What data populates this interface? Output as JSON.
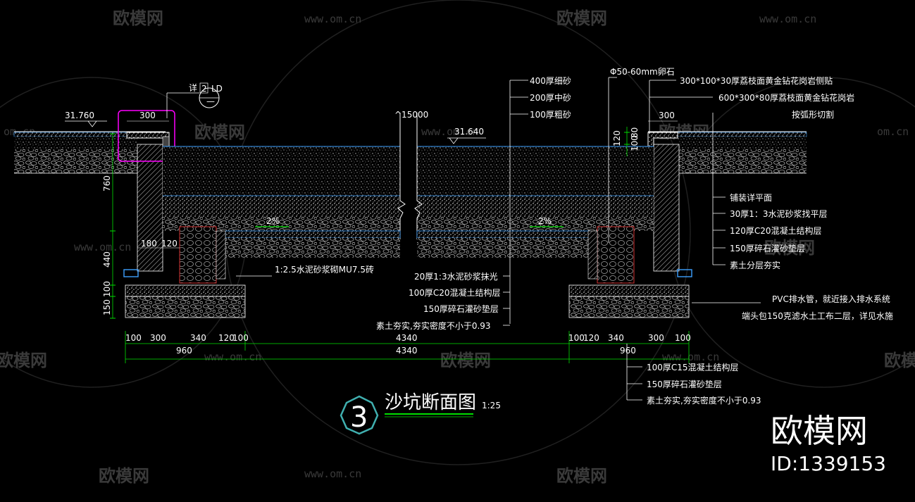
{
  "watermark": {
    "brand": "欧模网",
    "url": "www.om.cn",
    "url_short": "om.cn",
    "id_label": "ID:1339153",
    "color": "#3a3a3a"
  },
  "drawing": {
    "title": "沙坑断面图",
    "scale": "1:25",
    "section_number": "3",
    "detail_ref": {
      "prefix": "详",
      "num": "2",
      "sheet": "LD"
    },
    "elevations": {
      "left": "31.760",
      "center": "31.640"
    },
    "span": "^15000",
    "colors": {
      "line": "#ffffff",
      "concrete": "#3da0ff",
      "slope": "#00e000",
      "highlight": "#ff00ff",
      "accent": "#d03030"
    }
  },
  "labels": {
    "top_stack": [
      "400厚细砂",
      "200厚中砂",
      "100厚粗砂"
    ],
    "pebble": "Φ50-60mm卵石",
    "curb_right": [
      "300*100*30厚荔枝面黄金钻花岗岩侧贴",
      "600*300*80厚荔枝面黄金钻花岗岩",
      "按弧形切割"
    ],
    "paving_right": [
      "铺装详平面",
      "30厚1：3水泥砂浆找平层",
      "120厚C20混凝土结构层",
      "150厚碎石灌砂垫层",
      "素土分层夯实"
    ],
    "bottom_center": [
      "20厚1:3水泥砂浆抹光",
      "100厚C20混凝土结构层",
      "150厚碎石灌砂垫层",
      "素土夯实,夯实密度不小于0.93"
    ],
    "wall": "1:2.5水泥砂浆砌MU7.5砖",
    "drain": [
      "PVC排水管，就近接入排水系统",
      "端头包150克滤水土工布二层，详见水施"
    ],
    "footing": [
      "100厚C15混凝土结构层",
      "150厚碎石灌砂垫层",
      "素土夯实,夯实密度不小于0.93"
    ],
    "slope": "2%"
  },
  "dimensions": {
    "left_vertical": [
      "760",
      "440",
      "150",
      "100"
    ],
    "left_small": [
      "180",
      "120"
    ],
    "top_left": "300",
    "top_right": "300",
    "right_vertical": [
      "120",
      "100",
      "80"
    ],
    "bottom_left": [
      "100",
      "300",
      "340",
      "120",
      "100"
    ],
    "bottom_right": [
      "100",
      "120",
      "340",
      "300",
      "100"
    ],
    "total_left": "960",
    "total_center": "4340",
    "total_mid": "4340",
    "total_right": "960"
  }
}
